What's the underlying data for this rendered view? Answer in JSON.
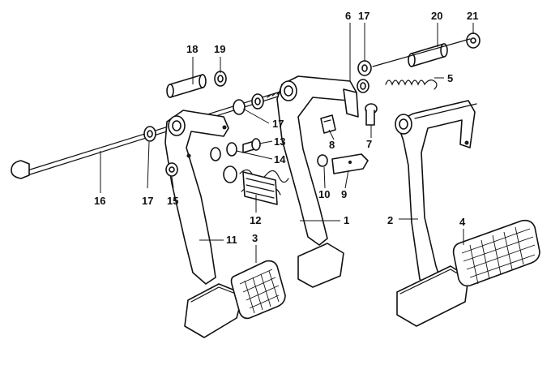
{
  "diagram": {
    "labels": {
      "l1": "1",
      "l2": "2",
      "l3": "3",
      "l4": "4",
      "l5": "5",
      "l6": "6",
      "l7": "7",
      "l8": "8",
      "l9": "9",
      "l10": "10",
      "l11": "11",
      "l12": "12",
      "l13": "13",
      "l14": "14",
      "l15": "15",
      "l16": "16",
      "l17a": "17",
      "l17b": "17",
      "l17c": "17",
      "l18": "18",
      "l19": "19",
      "l20": "20",
      "l21": "21"
    }
  }
}
